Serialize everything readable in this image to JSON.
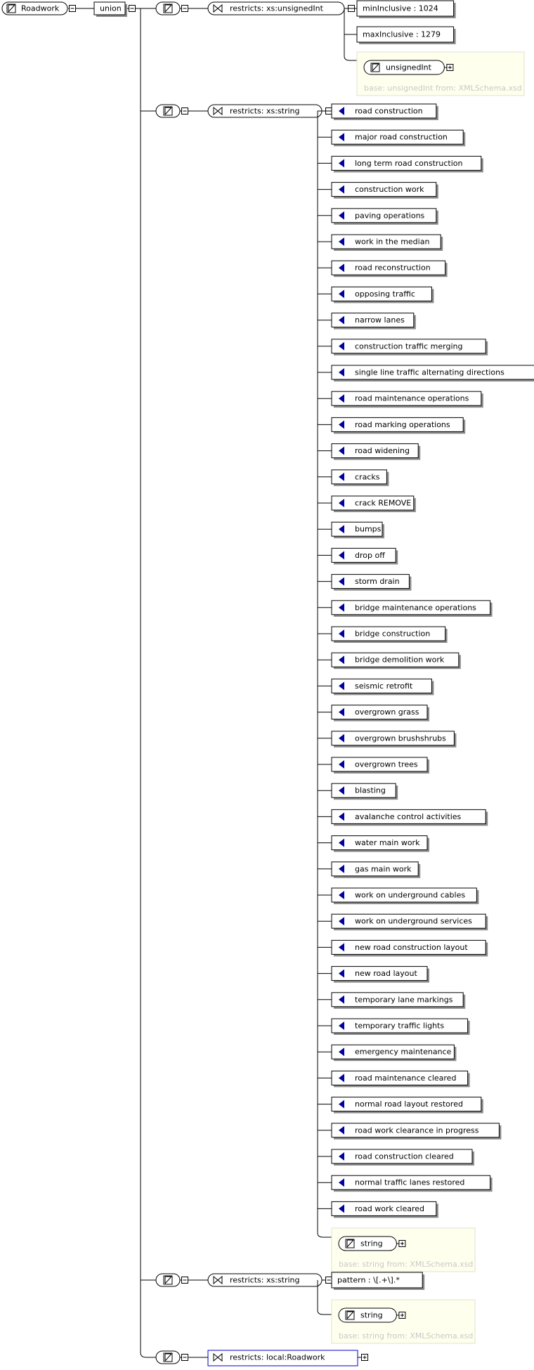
{
  "root": {
    "label": "Roadwork"
  },
  "union": {
    "label": "union"
  },
  "branches": [
    {
      "restriction": "restricts: xs:unsignedInt",
      "facets": [
        "minInclusive : 1024",
        "maxInclusive : 1279"
      ],
      "base": {
        "type_label": "unsignedInt",
        "caption": "base: unsignedInt from: XMLSchema.xsd"
      }
    },
    {
      "restriction": "restricts: xs:string",
      "enumerations": [
        "road construction",
        "major road construction",
        "long term road construction",
        "construction work",
        "paving operations",
        "work in the median",
        "road reconstruction",
        "opposing traffic",
        "narrow lanes",
        "construction traffic merging",
        "single line traffic alternating directions",
        "road maintenance operations",
        "road marking operations",
        "road widening",
        "cracks",
        "crack REMOVE",
        "bumps",
        "drop off",
        "storm drain",
        "bridge maintenance operations",
        "bridge construction",
        "bridge demolition work",
        "seismic retrofit",
        "overgrown grass",
        "overgrown brushshrubs",
        "overgrown trees",
        "blasting",
        "avalanche control activities",
        "water main work",
        "gas main work",
        "work on underground cables",
        "work on underground services",
        "new road construction layout",
        "new road layout",
        "temporary lane markings",
        "temporary traffic lights",
        "emergency maintenance",
        "road maintenance cleared",
        "normal road layout restored",
        "road work clearance in progress",
        "road construction cleared",
        "normal traffic lanes restored",
        "road work cleared"
      ],
      "base": {
        "type_label": "string",
        "caption": "base: string from: XMLSchema.xsd"
      }
    },
    {
      "restriction": "restricts: xs:string",
      "facets": [
        "pattern : \\[.+\\].*"
      ],
      "base": {
        "type_label": "string",
        "caption": "base: string from: XMLSchema.xsd"
      }
    },
    {
      "restriction": "restricts: local:Roadwork"
    }
  ],
  "colors": {
    "enum_arrow": "#00009c",
    "base_panel": "#ffffee",
    "base_caption": "#c8c8c8",
    "ref_border": "#0000c8"
  }
}
